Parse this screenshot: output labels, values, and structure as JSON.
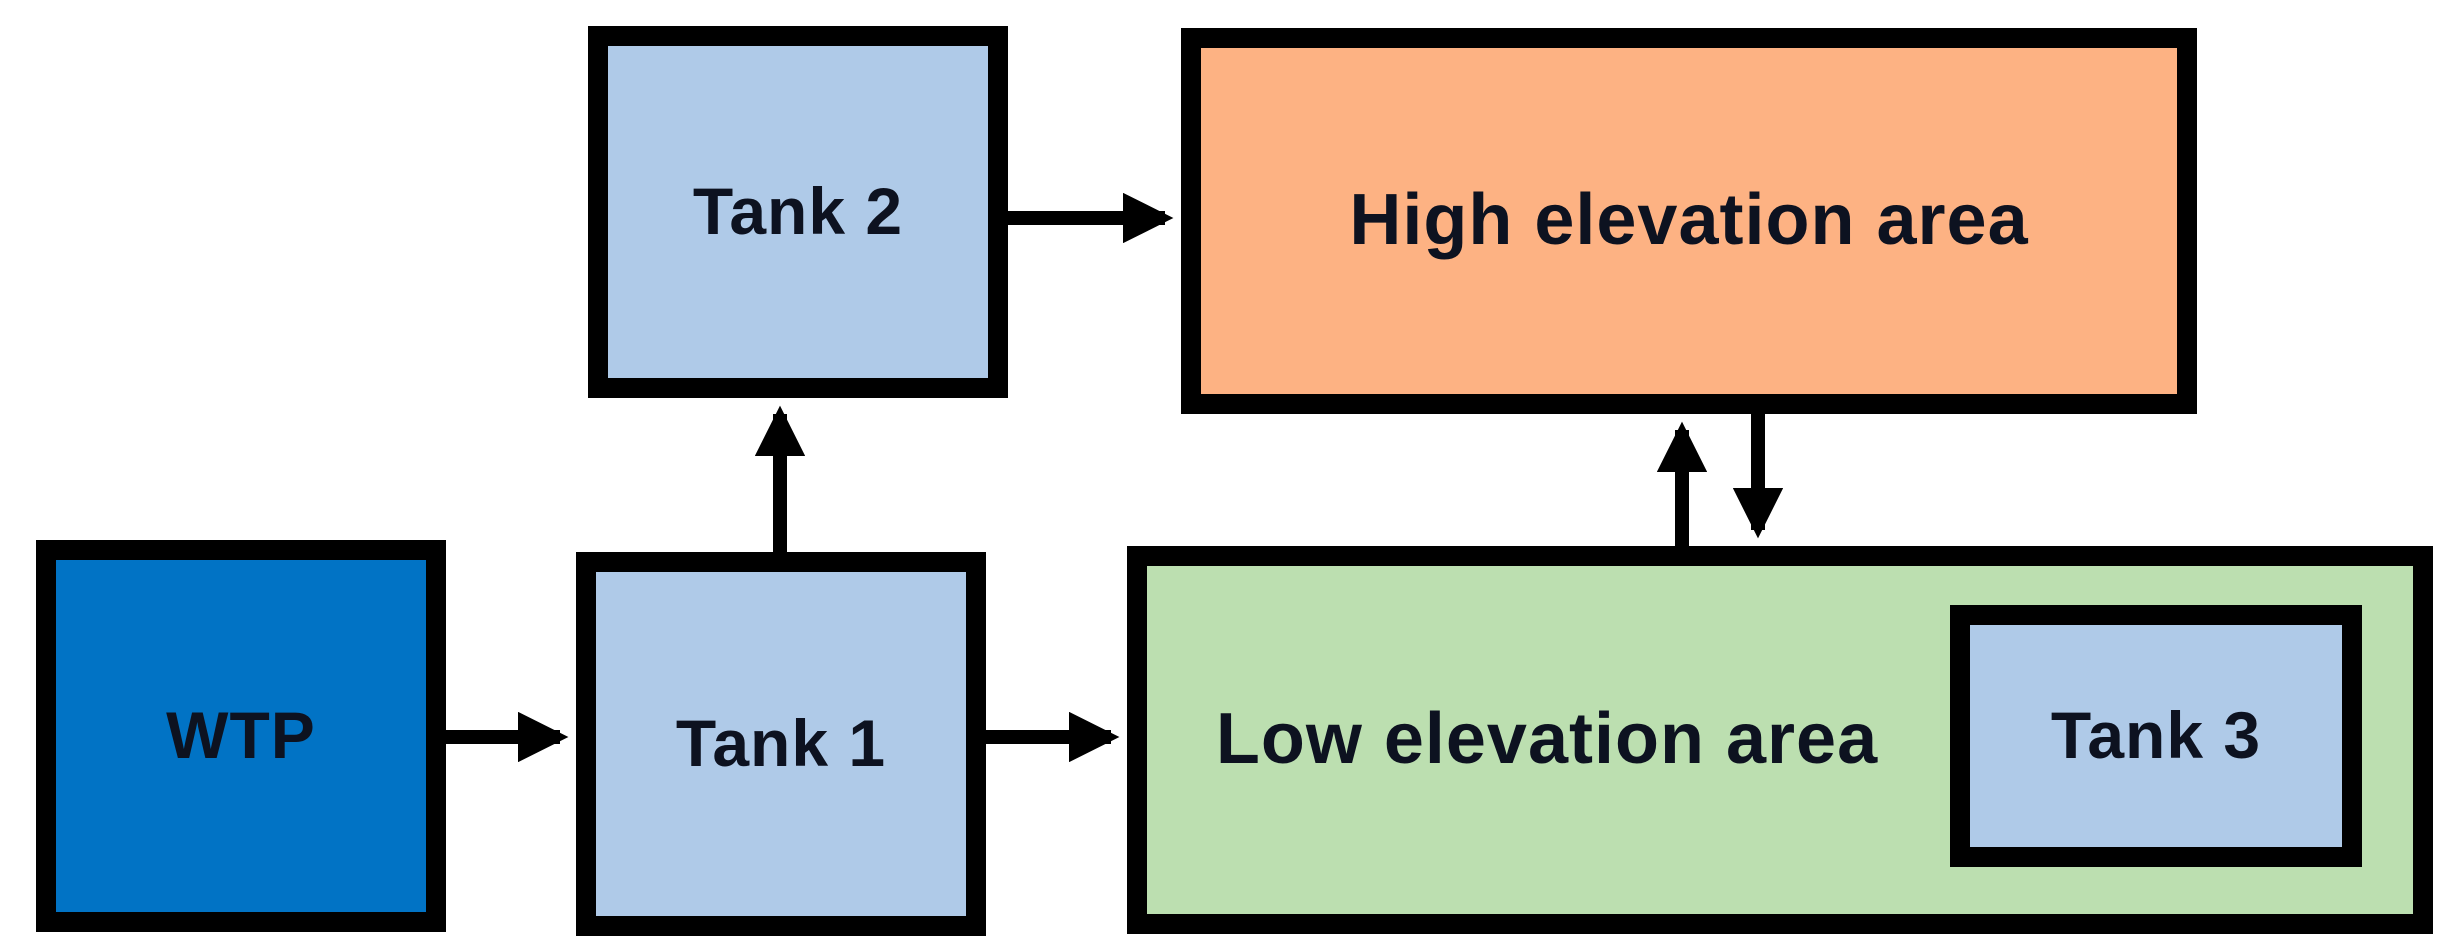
{
  "nodes": {
    "wtp": {
      "label": "WTP",
      "fill": "#0173C5"
    },
    "tank1": {
      "label": "Tank 1",
      "fill": "#AFCAE8"
    },
    "tank2": {
      "label": "Tank 2",
      "fill": "#AFCAE8"
    },
    "tank3": {
      "label": "Tank 3",
      "fill": "#AFCAE8"
    },
    "high_area": {
      "label": "High elevation area",
      "fill": "#FDB283"
    },
    "low_area": {
      "label": "Low elevation area",
      "fill": "#BCDFB0"
    }
  },
  "edges": [
    {
      "from": "WTP",
      "to": "Tank 1",
      "direction": "right"
    },
    {
      "from": "Tank 1",
      "to": "Tank 2",
      "direction": "up"
    },
    {
      "from": "Tank 1",
      "to": "Low elevation area",
      "direction": "right"
    },
    {
      "from": "Tank 2",
      "to": "High elevation area",
      "direction": "right"
    },
    {
      "from": "Low elevation area",
      "to": "High elevation area",
      "direction": "up"
    },
    {
      "from": "High elevation area",
      "to": "Low elevation area",
      "direction": "down"
    }
  ],
  "containment": [
    {
      "parent": "Low elevation area",
      "child": "Tank 3"
    }
  ],
  "colors": {
    "border": "#000000",
    "background": "#ffffff",
    "text": "#0d1220"
  }
}
